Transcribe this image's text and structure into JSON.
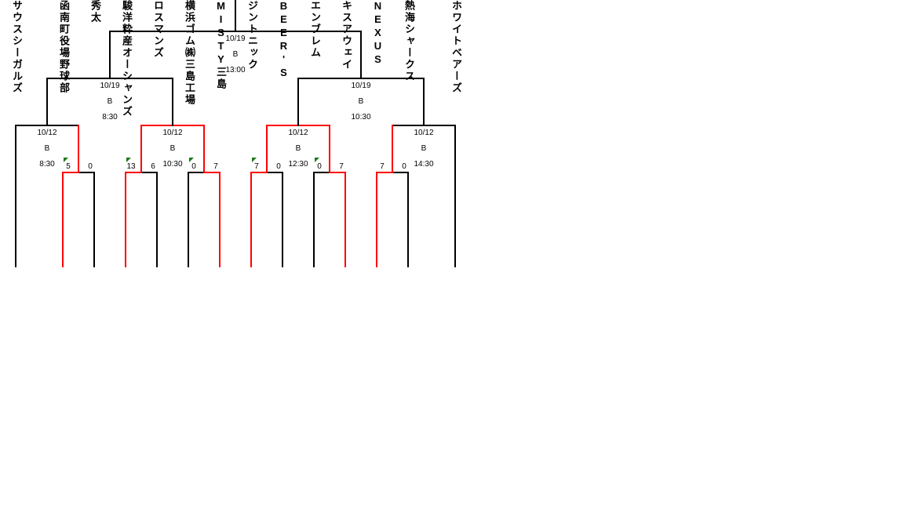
{
  "colors": {
    "line": "#000000",
    "winner_line": "#ff0000",
    "marker": "#1a7a1a"
  },
  "teams": [
    "サウスシーガルズ",
    "函南町役場野球部",
    "秀太",
    "駿洋粋産オーシャンズ",
    "ロスマンズ",
    "横浜ゴム㈱三島工場",
    "MISTY三島",
    "ジントニック",
    "BEER'S",
    "エンブレム",
    "キスアウェイ",
    "NEXUS",
    "熱海シャークス",
    "ホワイトベアーズ"
  ],
  "round1": [
    {
      "scores": [
        "5",
        "0"
      ],
      "winner": "left",
      "marked": true
    },
    {
      "scores": [
        "13",
        "6"
      ],
      "winner": "left",
      "marked": true
    },
    {
      "scores": [
        "0",
        "7"
      ],
      "winner": "right",
      "marked": true
    },
    {
      "scores": [
        "7",
        "0"
      ],
      "winner": "left",
      "marked": true
    },
    {
      "scores": [
        "0",
        "7"
      ],
      "winner": "right",
      "marked": true
    },
    {
      "scores": [
        "7",
        "0"
      ],
      "winner": "left",
      "marked": false
    }
  ],
  "round2": [
    {
      "date": "10/12",
      "court": "B",
      "time": "8:30"
    },
    {
      "date": "10/12",
      "court": "B",
      "time": "10:30"
    },
    {
      "date": "10/12",
      "court": "B",
      "time": "12:30"
    },
    {
      "date": "10/12",
      "court": "B",
      "time": "14:30"
    }
  ],
  "semifinals": [
    {
      "date": "10/19",
      "court": "B",
      "time": "8:30"
    },
    {
      "date": "10/19",
      "court": "B",
      "time": "10:30"
    }
  ],
  "final": {
    "date": "10/19",
    "court": "B",
    "time": "13:00"
  }
}
